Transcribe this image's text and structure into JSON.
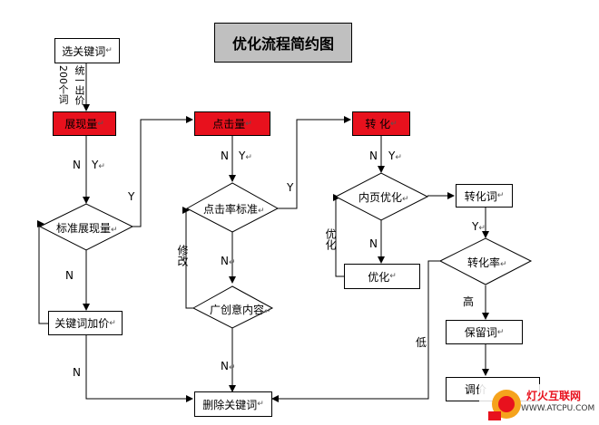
{
  "diagram": {
    "title": "优化流程简约图",
    "nodes": {
      "select": "选关键词",
      "impressions": "展现量",
      "standard_impressions": "标准展现量",
      "raise_bid": "关键词加价",
      "clicks": "点击量",
      "ctr_standard": "点击率标准",
      "creative": "广创意内容",
      "conversion": "转  化",
      "page_optimize": "内页优化",
      "optimize": "优化",
      "convert_word": "转化词",
      "conversion_rate": "转化率",
      "keep_word": "保留词",
      "adjust": "调价",
      "delete": "删除关键词"
    },
    "labels": {
      "n": "N",
      "y": "Y",
      "high": "高",
      "low": "低",
      "modify": "修改",
      "unify_bid": "统一出价",
      "count_200": "200个词",
      "optimize_side": "优化",
      "mark": "↵"
    }
  },
  "watermark": {
    "title": "灯火互联网",
    "url": "WWW.ATCPU.COM"
  }
}
